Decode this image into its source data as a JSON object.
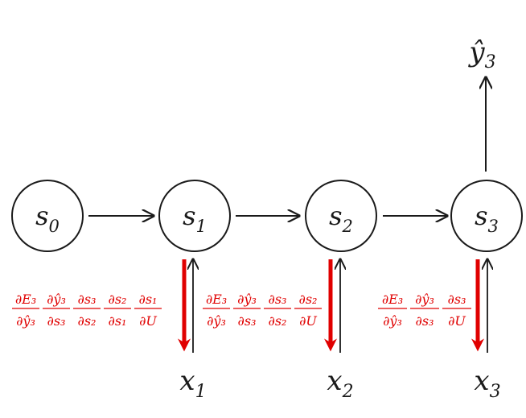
{
  "nodes": [
    {
      "id": "s0",
      "base": "s",
      "sub": "0"
    },
    {
      "id": "s1",
      "base": "s",
      "sub": "1"
    },
    {
      "id": "s2",
      "base": "s",
      "sub": "2"
    },
    {
      "id": "s3",
      "base": "s",
      "sub": "3"
    }
  ],
  "inputs": [
    {
      "base": "x",
      "sub": "1"
    },
    {
      "base": "x",
      "sub": "2"
    },
    {
      "base": "x",
      "sub": "3"
    }
  ],
  "output": {
    "base": "ŷ",
    "sub": "3"
  },
  "gradients": [
    {
      "factors": [
        [
          "∂E₃",
          "∂ŷ₃"
        ],
        [
          "∂ŷ₃",
          "∂s₃"
        ],
        [
          "∂s₃",
          "∂s₂"
        ],
        [
          "∂s₂",
          "∂s₁"
        ],
        [
          "∂s₁",
          "∂U"
        ]
      ]
    },
    {
      "factors": [
        [
          "∂E₃",
          "∂ŷ₃"
        ],
        [
          "∂ŷ₃",
          "∂s₃"
        ],
        [
          "∂s₃",
          "∂s₂"
        ],
        [
          "∂s₂",
          "∂U"
        ]
      ]
    },
    {
      "factors": [
        [
          "∂E₃",
          "∂ŷ₃"
        ],
        [
          "∂ŷ₃",
          "∂s₃"
        ],
        [
          "∂s₃",
          "∂U"
        ]
      ]
    }
  ],
  "colors": {
    "gradient": "#e00000",
    "line": "#1a1a1a"
  }
}
